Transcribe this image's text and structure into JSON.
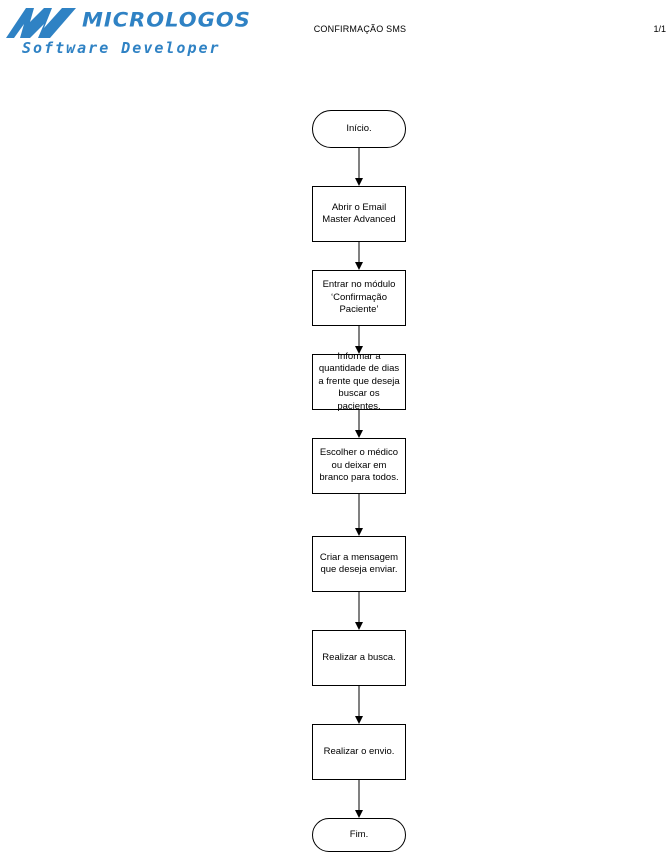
{
  "header": {
    "brand_name": "Micrologos",
    "brand_tagline": "Software Developer",
    "document_title": "CONFIRMAÇÃO SMS",
    "page_indicator": "1/1"
  },
  "flowchart": {
    "start": "Início.",
    "steps": [
      "Abrir o Email Master Advanced",
      "Entrar no módulo ‘Confirmação Paciente’",
      "Informar a quantidade de dias a frente que deseja buscar os pacientes.",
      "Escolher o médico ou deixar em branco para todos.",
      "Criar a mensagem que deseja enviar.",
      "Realizar a busca.",
      "Realizar o envio."
    ],
    "end": "Fim."
  },
  "colors": {
    "brand": "#2f82c4",
    "line": "#000000"
  }
}
